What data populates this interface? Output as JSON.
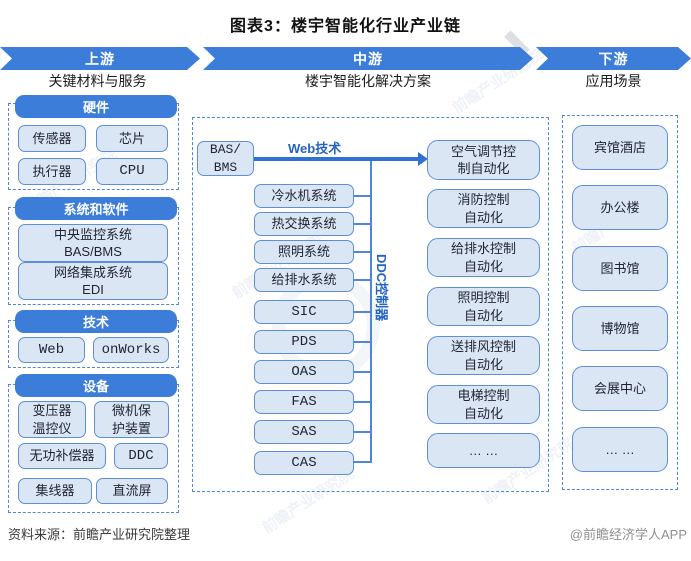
{
  "title": "图表3：楼宇智能化行业产业链",
  "chain": {
    "upstream": {
      "banner": "上游",
      "sublabel": "关键材料与服务"
    },
    "midstream": {
      "banner": "中游",
      "sublabel": "楼宇智能化解决方案"
    },
    "downstream": {
      "banner": "下游",
      "sublabel": "应用场景"
    }
  },
  "upstream": {
    "groups": [
      {
        "header": "硬件",
        "items": [
          "传感器",
          "芯片",
          "执行器",
          "CPU"
        ]
      },
      {
        "header": "系统和软件",
        "items": [
          "中央监控系统\nBAS/BMS",
          "网络集成系统\nEDI"
        ]
      },
      {
        "header": "技术",
        "items": [
          "Web",
          "onWorks"
        ]
      },
      {
        "header": "设备",
        "items": [
          "变压器\n温控仪",
          "微机保\n护装置",
          "无功补偿器",
          "DDC",
          "集线器",
          "直流屏"
        ]
      }
    ]
  },
  "midstream": {
    "bas_bms": "BAS/\nBMS",
    "web_tech": "Web技术",
    "ddc_controller": "DDC控制器",
    "systems": [
      "冷水机系统",
      "热交换系统",
      "照明系统",
      "给排水系统",
      "SIC",
      "PDS",
      "OAS",
      "FAS",
      "SAS",
      "CAS"
    ],
    "automation": [
      "空气调节控\n制自动化",
      "消防控制\n自动化",
      "给排水控制\n自动化",
      "照明控制\n自动化",
      "送排风控制\n自动化",
      "电梯控制\n自动化",
      "… …"
    ]
  },
  "downstream": {
    "scenes": [
      "宾馆酒店",
      "办公楼",
      "图书馆",
      "博物馆",
      "会展中心",
      "… …"
    ]
  },
  "footer": {
    "source": "资料来源：前瞻产业研究院整理",
    "credit": "@前瞻经济学人APP"
  },
  "watermark": {
    "brand": "前瞻产业研究院"
  },
  "colors": {
    "banner_blue": "#3b7dd8",
    "box_fill": "#dbe6f5",
    "box_border": "#5e8fd6",
    "arrow_blue": "#2e72d2",
    "dash_border": "#4f86d8"
  }
}
